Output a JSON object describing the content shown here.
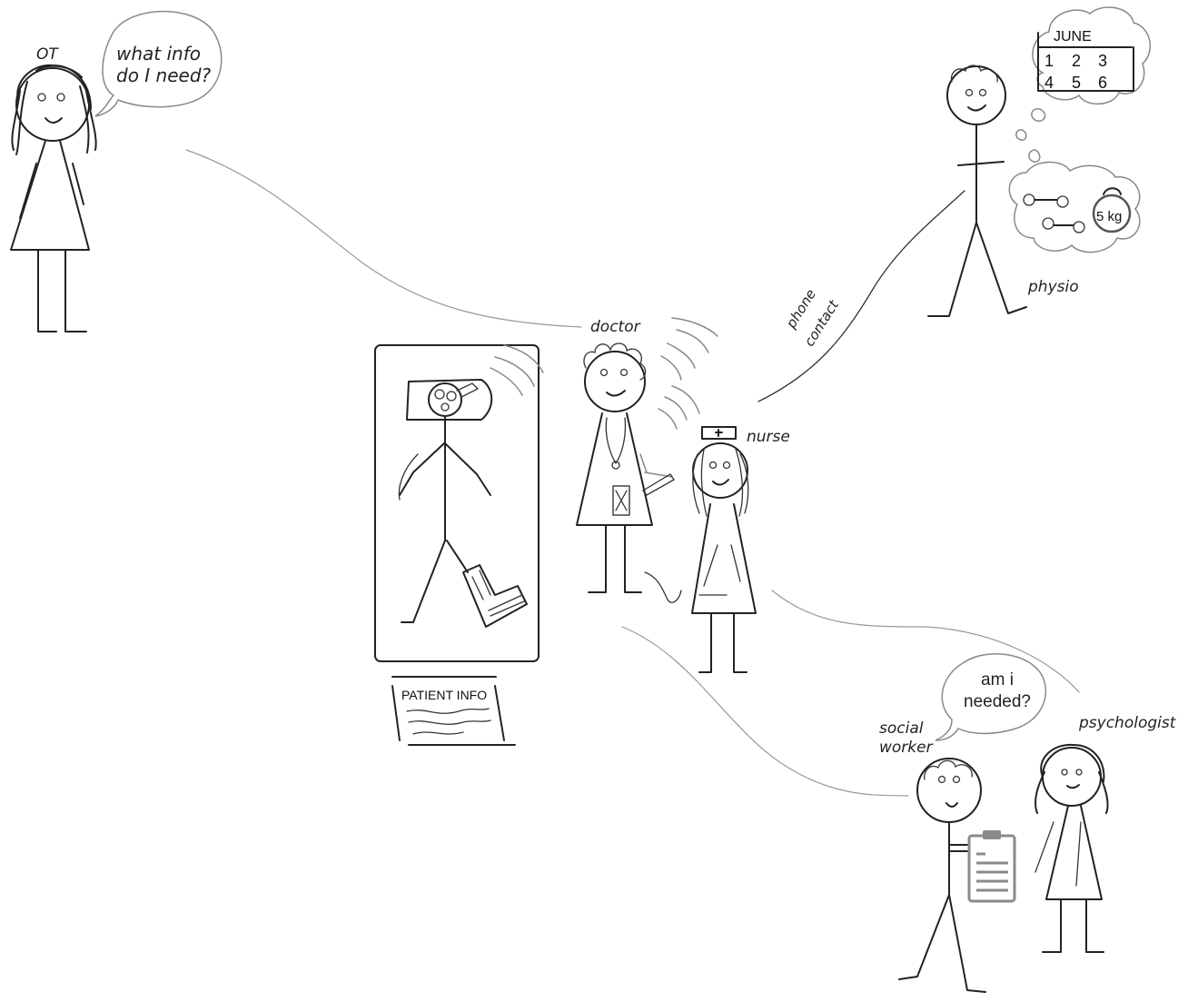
{
  "labels": {
    "ot": "OT",
    "doctor": "doctor",
    "nurse": "nurse",
    "physio": "physio",
    "phone_contact_line1": "phone",
    "phone_contact_line2": "contact",
    "social_worker_line1": "social",
    "social_worker_line2": "worker",
    "psychologist": "psychologist"
  },
  "bubbles": {
    "ot_line1": "what info",
    "ot_line2": "do I need?",
    "social_line1": "am i",
    "social_line2": "needed?"
  },
  "calendar": {
    "month": "JUNE",
    "row1": [
      "1",
      "2",
      "3"
    ],
    "row2": [
      "4",
      "5",
      "6"
    ]
  },
  "weight_label": "5 kg",
  "patient_info_label": "PATIENT INFO",
  "colors": {
    "stroke": "#222222",
    "connector": "#999999",
    "clipboard": "#8a8a8a"
  }
}
